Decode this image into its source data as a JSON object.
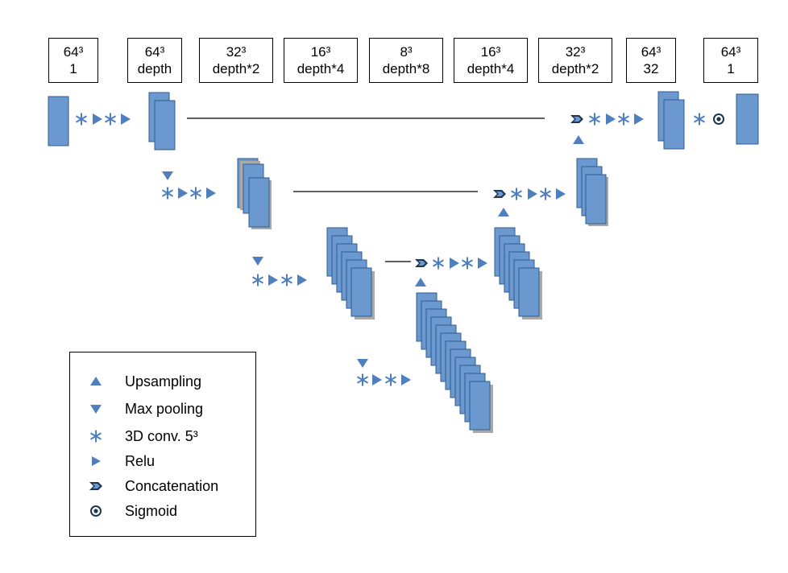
{
  "headers": [
    {
      "top": "64³",
      "bottom": "1"
    },
    {
      "top": "64³",
      "bottom": "depth"
    },
    {
      "top": "32³",
      "bottom": "depth*2"
    },
    {
      "top": "16³",
      "bottom": "depth*4"
    },
    {
      "top": "8³",
      "bottom": "depth*8"
    },
    {
      "top": "16³",
      "bottom": "depth*4"
    },
    {
      "top": "32³",
      "bottom": "depth*2"
    },
    {
      "top": "64³",
      "bottom": "32"
    },
    {
      "top": "64³",
      "bottom": "1"
    }
  ],
  "legend": {
    "items": [
      {
        "icon": "upsampling-icon",
        "label": "Upsampling"
      },
      {
        "icon": "max-pooling-icon",
        "label": "Max pooling"
      },
      {
        "icon": "conv-icon",
        "label": "3D conv. 5³"
      },
      {
        "icon": "relu-icon",
        "label": "Relu"
      },
      {
        "icon": "concatenation-icon",
        "label": "Concatenation"
      },
      {
        "icon": "sigmoid-icon",
        "label": "Sigmoid"
      }
    ]
  },
  "colors": {
    "block_fill": "#6b98cf",
    "block_stroke": "#2f5d8e",
    "shadow": "#a9a9a9",
    "op_color": "#4f7fbf",
    "concat_dark": "#1f3550",
    "sigmoid_dark": "#1f3550"
  }
}
